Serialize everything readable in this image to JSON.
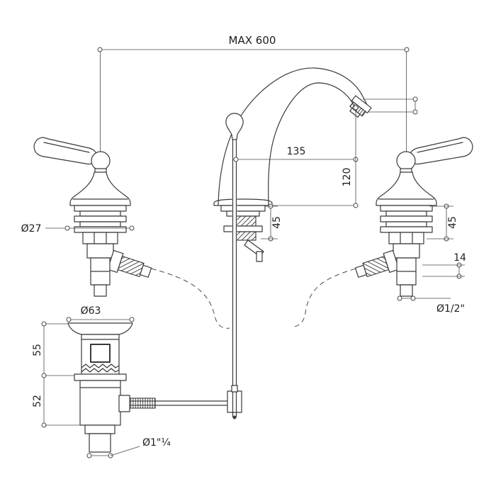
{
  "drawing": {
    "type": "technical-dimension-drawing",
    "subject": "3-hole basin mixer faucet with lever handles and pop-up waste",
    "labels": {
      "max_width": "MAX 600",
      "spout_reach": "135",
      "spout_height": "120",
      "base_depth_center": "45",
      "base_depth_right": "45",
      "fitting_offset": "14",
      "handle_diameter": "Ø27",
      "tail_diameter": "Ø1/2\"",
      "waste_flange_diameter": "Ø63",
      "waste_upper_height": "55",
      "waste_lower_height": "52",
      "waste_thread": "Ø1\"¼"
    },
    "colors": {
      "line": "#3a3a3a",
      "dimension": "#4a4a4a",
      "background": "#ffffff"
    }
  }
}
